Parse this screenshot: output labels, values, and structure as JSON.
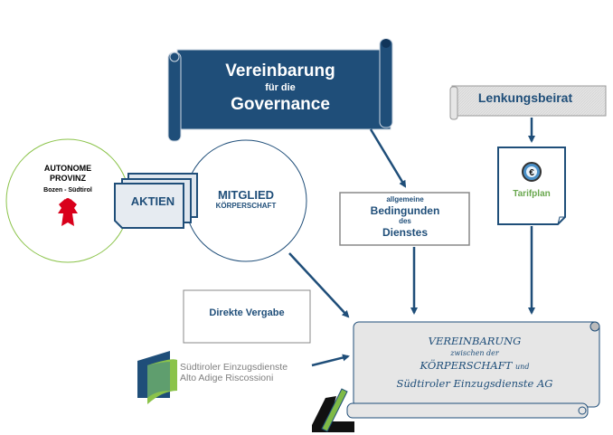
{
  "governance_scroll": {
    "line1": "Vereinbarung",
    "line2": "für die",
    "line3": "Governance"
  },
  "lenkungsbeirat": {
    "label": "Lenkungsbeirat"
  },
  "tarifplan": {
    "label": "Tarifplan",
    "icon": "euro-coin-icon"
  },
  "autonome_provinz": {
    "line1": "AUTONOME",
    "line2": "PROVINZ",
    "line3": "Bozen - Südtirol",
    "icon": "tyrol-eagle-icon"
  },
  "aktien": {
    "label": "AKTIEN"
  },
  "mitglied": {
    "line1": "MITGLIED",
    "line2": "KÖRPERSCHAFT"
  },
  "bedingungen": {
    "line1": "allgemeine",
    "line2": "Bedingunden",
    "line3": "des",
    "line4": "Dienstes"
  },
  "direkte_vergabe": {
    "label": "Direkte Vergabe"
  },
  "suedtiroler_logo": {
    "line1": "Südtiroler Einzugsdienste",
    "line2": "Alto Adige Riscossioni"
  },
  "vereinbarung_scroll": {
    "line1": "VEREINBARUNG",
    "line2": "zwischen der",
    "line3": "KÖRPERSCHAFT",
    "line3_suffix": "und",
    "line4": "Südtiroler Einzugsdienste AG"
  },
  "colors": {
    "navy": "#1f4e79",
    "green_circle": "#8bc34a",
    "grey_fill": "#e6e6e6",
    "red_eagle": "#d9001b",
    "tarif_green": "#6aa84f"
  }
}
